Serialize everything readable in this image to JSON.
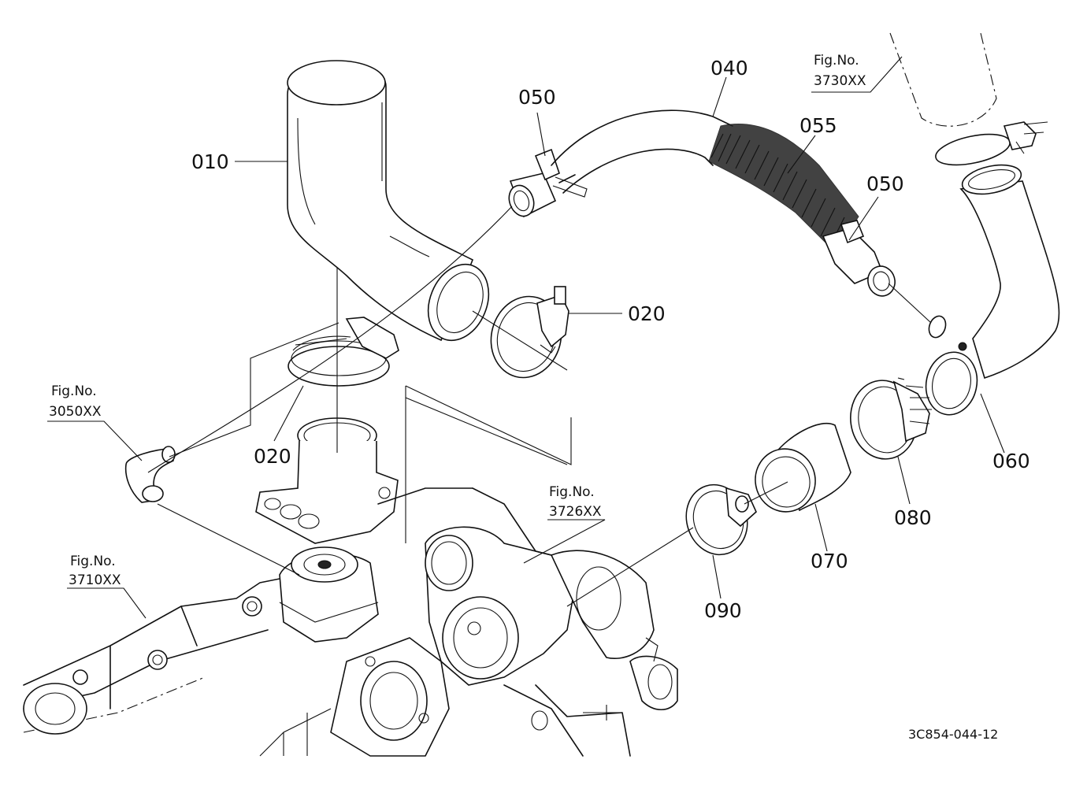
{
  "labels": {
    "p010": "010",
    "p020a": "020",
    "p020b": "020",
    "p040": "040",
    "p050a": "050",
    "p050b": "050",
    "p055": "055",
    "p060": "060",
    "p070": "070",
    "p080": "080",
    "p090": "090"
  },
  "refs": {
    "r3730": {
      "line1": "Fig.No.",
      "line2": "3730XX"
    },
    "r3050": {
      "line1": "Fig.No.",
      "line2": "3050XX"
    },
    "r3726": {
      "line1": "Fig.No.",
      "line2": "3726XX"
    },
    "r3710": {
      "line1": "Fig.No.",
      "line2": "3710XX"
    }
  },
  "drawing_code": "3C854-044-12"
}
